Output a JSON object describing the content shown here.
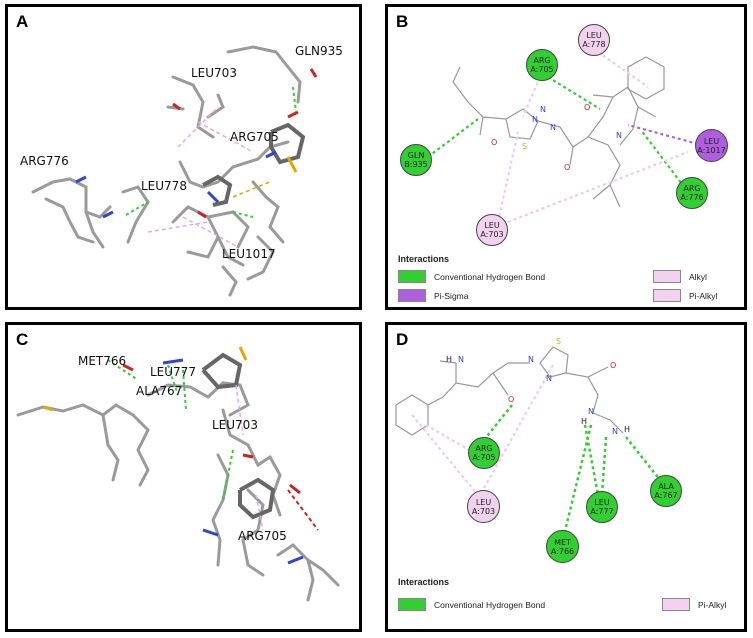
{
  "panels": {
    "A": {
      "label": "A",
      "residue_labels": [
        "GLN935",
        "LEU703",
        "ARG705",
        "ARG776",
        "LEU778",
        "LEU1017"
      ]
    },
    "B": {
      "label": "B",
      "residues": [
        {
          "name": "LEU",
          "id": "A:778",
          "type": "Alkyl"
        },
        {
          "name": "ARG",
          "id": "A:705",
          "type": "Conventional Hydrogen Bond"
        },
        {
          "name": "GLN",
          "id": "B:935",
          "type": "Conventional Hydrogen Bond"
        },
        {
          "name": "LEU",
          "id": "A:1017",
          "type": "Pi-Sigma"
        },
        {
          "name": "ARG",
          "id": "A:776",
          "type": "Conventional Hydrogen Bond"
        },
        {
          "name": "LEU",
          "id": "A:703",
          "type": "Pi-Alkyl"
        }
      ],
      "legend": {
        "title": "Interactions",
        "items": [
          {
            "label": "Conventional Hydrogen Bond",
            "color": "#2fd02f"
          },
          {
            "label": "Alkyl",
            "color": "#f2d2ee"
          },
          {
            "label": "Pi-Sigma",
            "color": "#b05ee0"
          },
          {
            "label": "Pi-Alkyl",
            "color": "#f2d2ee"
          }
        ]
      },
      "atoms": [
        "O",
        "O",
        "O",
        "S",
        "N",
        "N",
        "N",
        "N"
      ]
    },
    "C": {
      "label": "C",
      "residue_labels": [
        "MET766",
        "LEU777",
        "ALA767",
        "LEU703",
        "ARG705"
      ]
    },
    "D": {
      "label": "D",
      "residues": [
        {
          "name": "ARG",
          "id": "A:705",
          "type": "Conventional Hydrogen Bond"
        },
        {
          "name": "LEU",
          "id": "A:703",
          "type": "Pi-Alkyl"
        },
        {
          "name": "LEU",
          "id": "A:777",
          "type": "Conventional Hydrogen Bond"
        },
        {
          "name": "ALA",
          "id": "A:767",
          "type": "Conventional Hydrogen Bond"
        },
        {
          "name": "MET",
          "id": "A:766",
          "type": "Conventional Hydrogen Bond"
        }
      ],
      "legend": {
        "title": "Interactions",
        "items": [
          {
            "label": "Conventional Hydrogen Bond",
            "color": "#2fd02f"
          },
          {
            "label": "Pi-Alkyl",
            "color": "#f2d2ee"
          }
        ]
      },
      "atoms": [
        "H",
        "N",
        "N",
        "N",
        "O",
        "O",
        "S",
        "N",
        "N",
        "H",
        "H"
      ]
    }
  },
  "colors": {
    "hbond": "#2fd02f",
    "alkyl": "#f2d2ee",
    "pisigma": "#b05ee0"
  }
}
